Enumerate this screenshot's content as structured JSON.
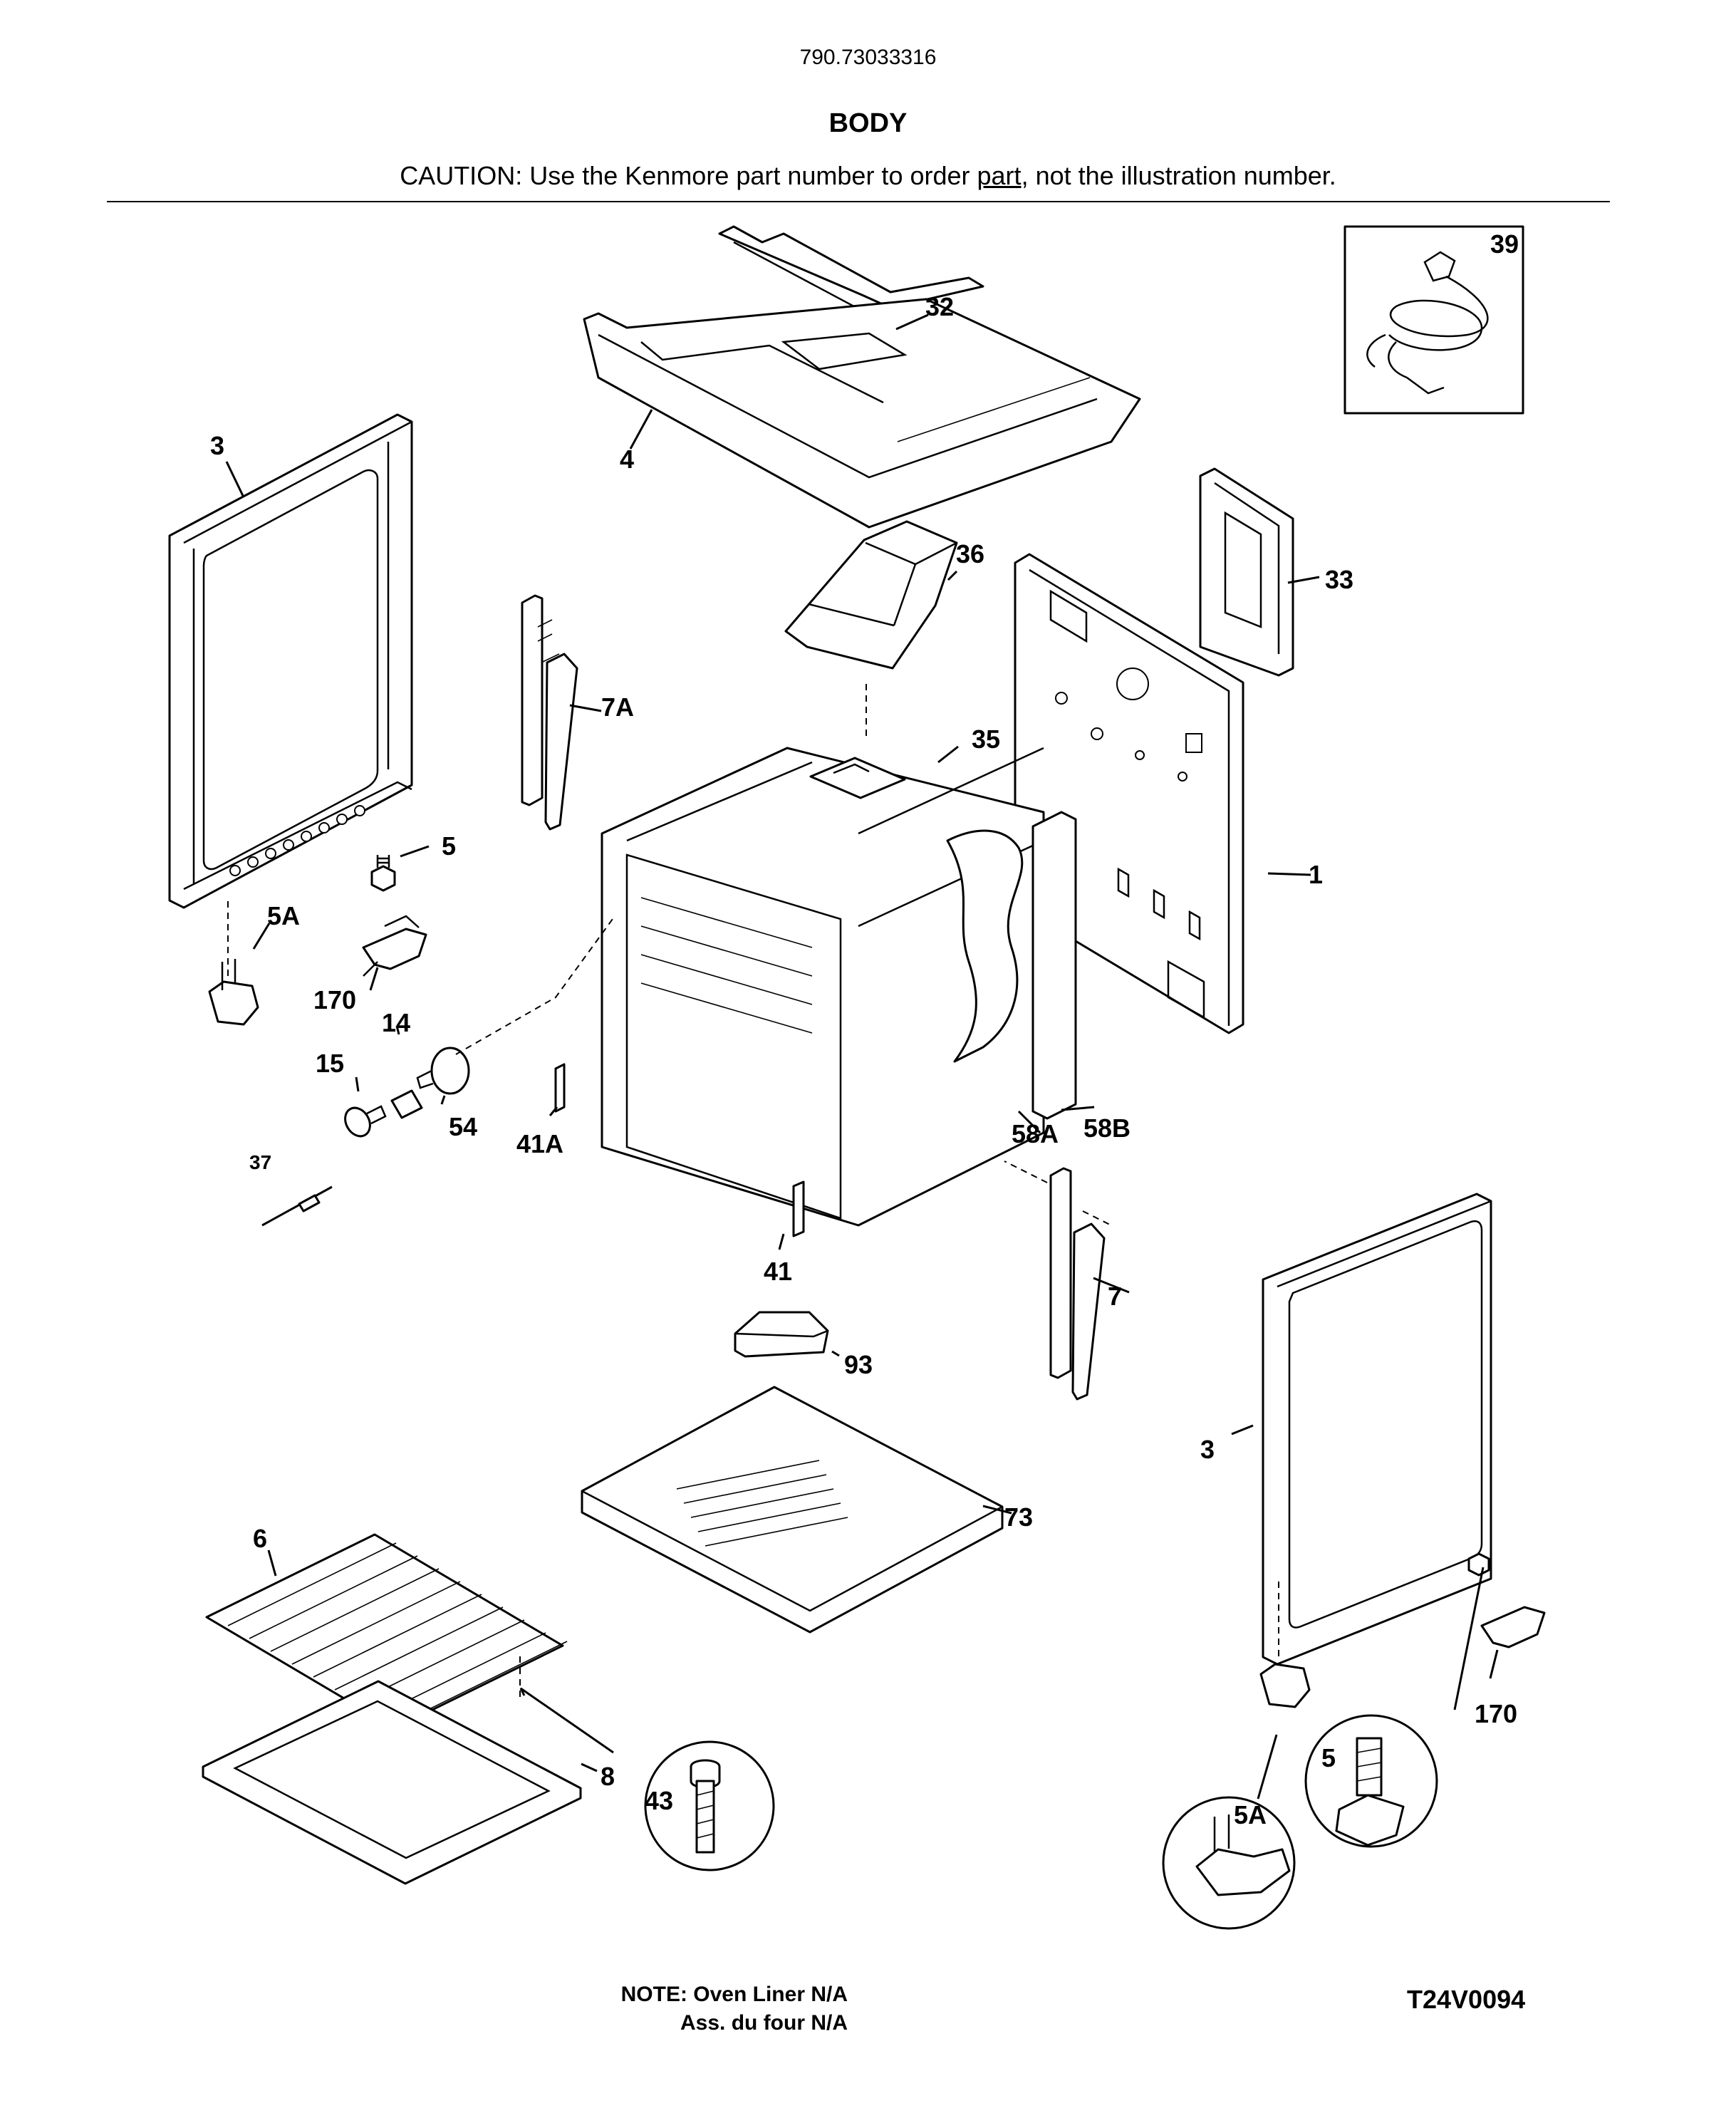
{
  "header": {
    "model": "790.73033316",
    "title": "BODY",
    "caution_pre": "CAUTION: Use the Kenmore part number to order ",
    "caution_link": "part",
    "caution_post": ", not the illustration number."
  },
  "parts": {
    "p1": "1",
    "p3_left": "3",
    "p3_right": "3",
    "p4": "4",
    "p5_left": "5",
    "p5_right": "5",
    "p5a_left": "5A",
    "p5a_right": "5A",
    "p6": "6",
    "p7": "7",
    "p7a": "7A",
    "p8": "8",
    "p14": "14",
    "p15": "15",
    "p32": "32",
    "p33": "33",
    "p35": "35",
    "p36": "36",
    "p37": "37",
    "p39": "39",
    "p41": "41",
    "p41a": "41A",
    "p43": "43",
    "p54": "54",
    "p58a": "58A",
    "p58b": "58B",
    "p73": "73",
    "p93": "93",
    "p170_left": "170",
    "p170_right": "170"
  },
  "footer": {
    "note_line1": "NOTE: Oven Liner N/A",
    "note_line2": "Ass. du four N/A",
    "diagram_code": "T24V0094"
  }
}
